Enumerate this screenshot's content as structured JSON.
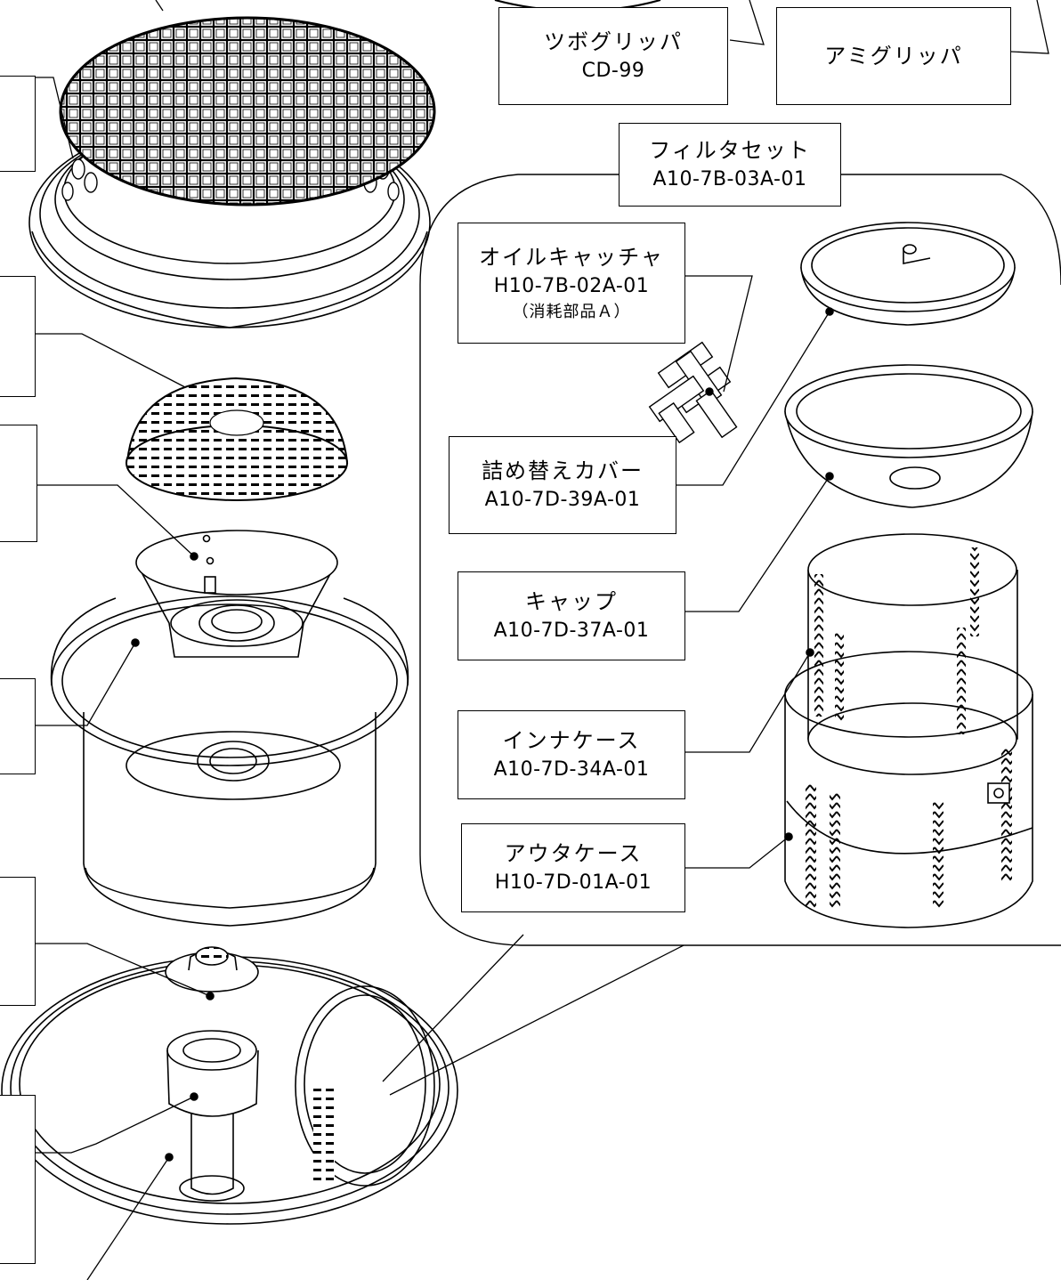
{
  "labels": {
    "tsubo_gripper": {
      "name": "ツボグリッパ",
      "part_no": "CD-99"
    },
    "ami_gripper": {
      "name": "アミグリッパ"
    },
    "filter_set": {
      "name": "フィルタセット",
      "part_no": "A10-7B-03A-01"
    },
    "oil_catcher": {
      "name": "オイルキャッチャ",
      "part_no": "H10-7B-02A-01",
      "note": "（消耗部品Ａ）"
    },
    "refill_cover": {
      "name": "詰め替えカバー",
      "part_no": "A10-7D-39A-01"
    },
    "cap": {
      "name": "キャップ",
      "part_no": "A10-7D-37A-01"
    },
    "inner_case": {
      "name": "インナケース",
      "part_no": "A10-7D-34A-01"
    },
    "outer_case": {
      "name": "アウタケース",
      "part_no": "H10-7D-01A-01"
    }
  }
}
